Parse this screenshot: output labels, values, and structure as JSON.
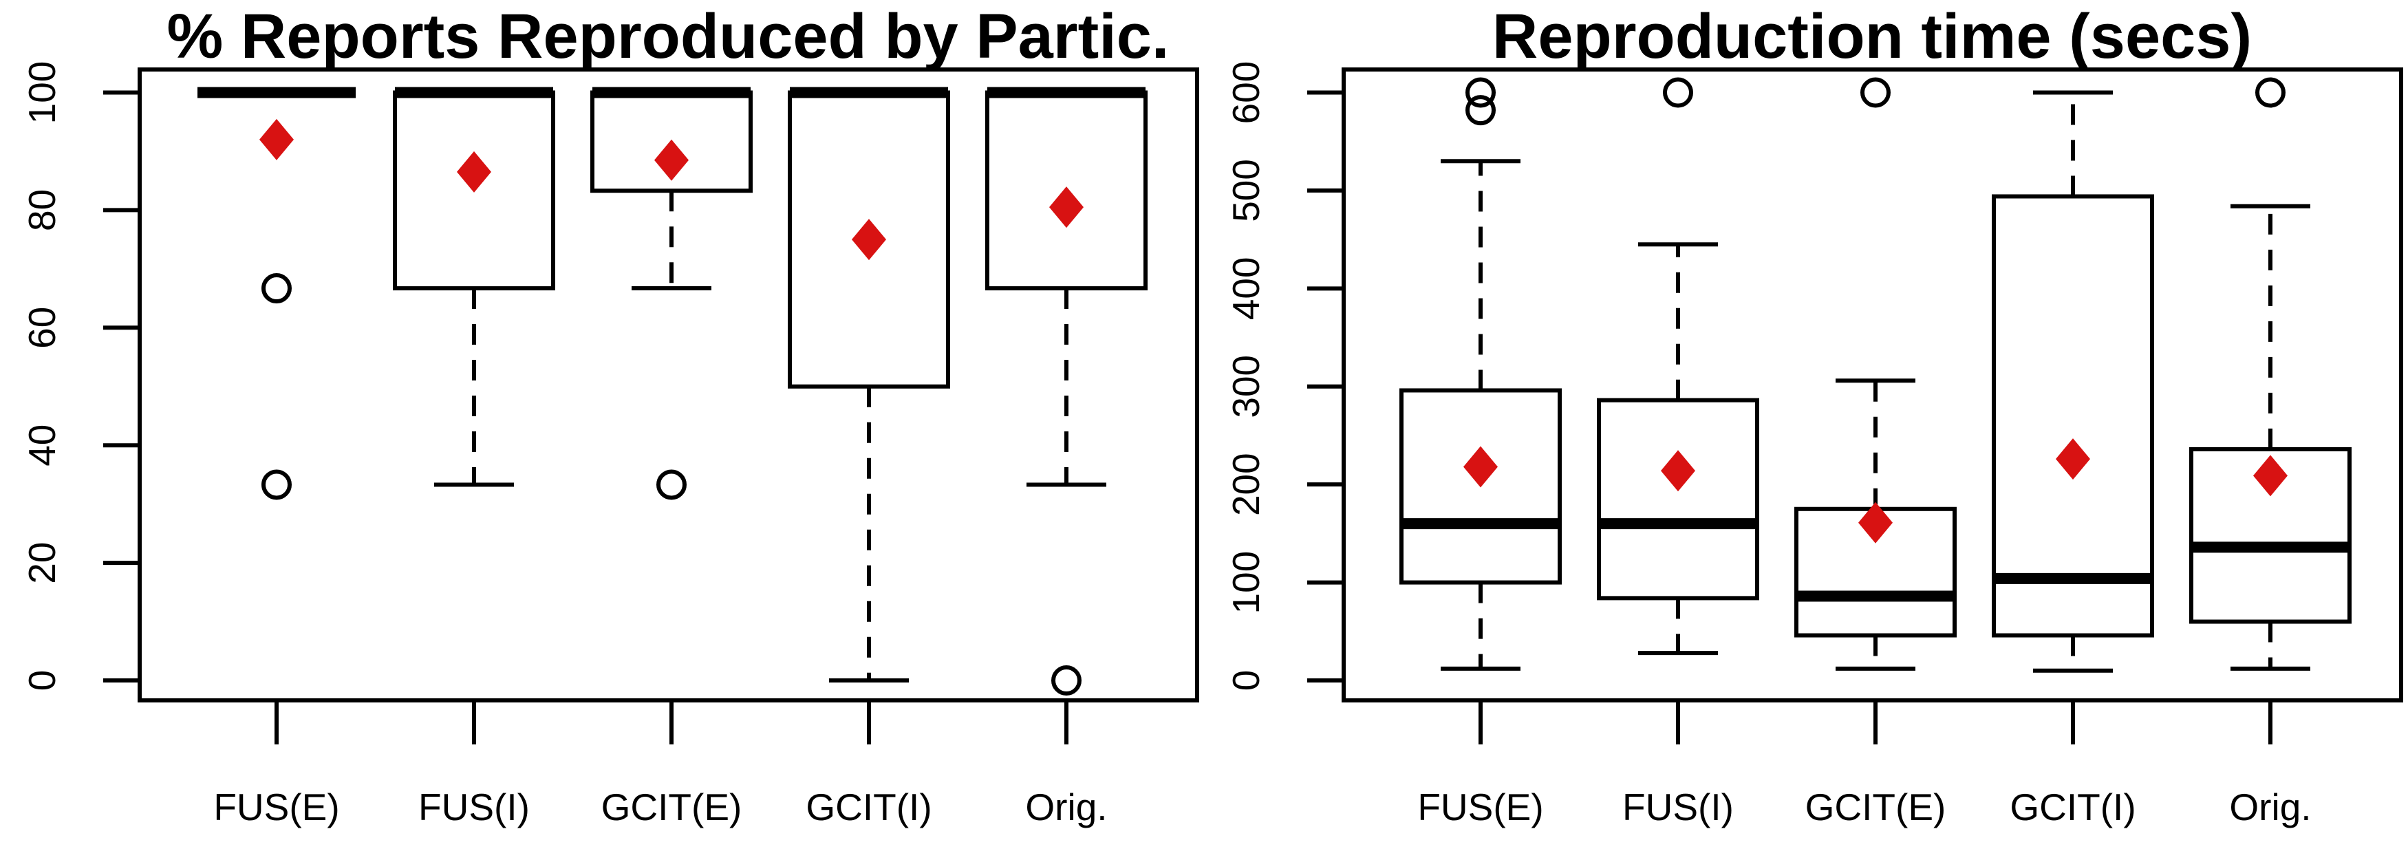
{
  "figure": {
    "background_color": "#FFFFFF",
    "line_color": "#000000",
    "mean_marker_color": "#D81212",
    "mean_marker_shape": "diamond",
    "outlier_marker_shape": "open-circle"
  },
  "chart_data": [
    {
      "type": "boxplot",
      "title": "% Reports Reproduced by Partic.",
      "xlabel": "",
      "ylabel": "",
      "ylim": [
        0,
        100
      ],
      "yticks": [
        0,
        20,
        40,
        60,
        80,
        100
      ],
      "grid": "off",
      "legend": "none",
      "categories": [
        "FUS(E)",
        "FUS(I)",
        "GCIT(E)",
        "GCIT(I)",
        "Orig."
      ],
      "series": [
        {
          "name": "FUS(E)",
          "whisker_low": 100,
          "q1": 100,
          "median": 100,
          "q3": 100,
          "whisker_high": 100,
          "mean": 92,
          "outliers": [
            66.7,
            33.3
          ]
        },
        {
          "name": "FUS(I)",
          "whisker_low": 33.3,
          "q1": 66.7,
          "median": 100,
          "q3": 100,
          "whisker_high": 100,
          "mean": 86.5,
          "outliers": []
        },
        {
          "name": "GCIT(E)",
          "whisker_low": 66.7,
          "q1": 83.3,
          "median": 100,
          "q3": 100,
          "whisker_high": 100,
          "mean": 88.5,
          "outliers": [
            33.3
          ]
        },
        {
          "name": "GCIT(I)",
          "whisker_low": 0,
          "q1": 50,
          "median": 100,
          "q3": 100,
          "whisker_high": 100,
          "mean": 75,
          "outliers": []
        },
        {
          "name": "Orig.",
          "whisker_low": 33.3,
          "q1": 66.7,
          "median": 100,
          "q3": 100,
          "whisker_high": 100,
          "mean": 80.5,
          "outliers": [
            0
          ]
        }
      ]
    },
    {
      "type": "boxplot",
      "title": "Reproduction time (secs)",
      "xlabel": "",
      "ylabel": "",
      "ylim": [
        0,
        600
      ],
      "yticks": [
        0,
        100,
        200,
        300,
        400,
        500,
        600
      ],
      "grid": "off",
      "legend": "none",
      "categories": [
        "FUS(E)",
        "FUS(I)",
        "GCIT(E)",
        "GCIT(I)",
        "Orig."
      ],
      "series": [
        {
          "name": "FUS(E)",
          "whisker_low": 12,
          "q1": 100,
          "median": 160,
          "q3": 296,
          "whisker_high": 530,
          "mean": 218,
          "outliers": [
            600,
            582
          ]
        },
        {
          "name": "FUS(I)",
          "whisker_low": 28,
          "q1": 84,
          "median": 160,
          "q3": 286,
          "whisker_high": 445,
          "mean": 214,
          "outliers": [
            600
          ]
        },
        {
          "name": "GCIT(E)",
          "whisker_low": 12,
          "q1": 46,
          "median": 86,
          "q3": 175,
          "whisker_high": 306,
          "mean": 161,
          "outliers": [
            600
          ]
        },
        {
          "name": "GCIT(I)",
          "whisker_low": 10,
          "q1": 46,
          "median": 104,
          "q3": 494,
          "whisker_high": 600,
          "mean": 226,
          "outliers": []
        },
        {
          "name": "Orig.",
          "whisker_low": 12,
          "q1": 60,
          "median": 136,
          "q3": 236,
          "whisker_high": 484,
          "mean": 209,
          "outliers": [
            600
          ]
        }
      ]
    }
  ]
}
